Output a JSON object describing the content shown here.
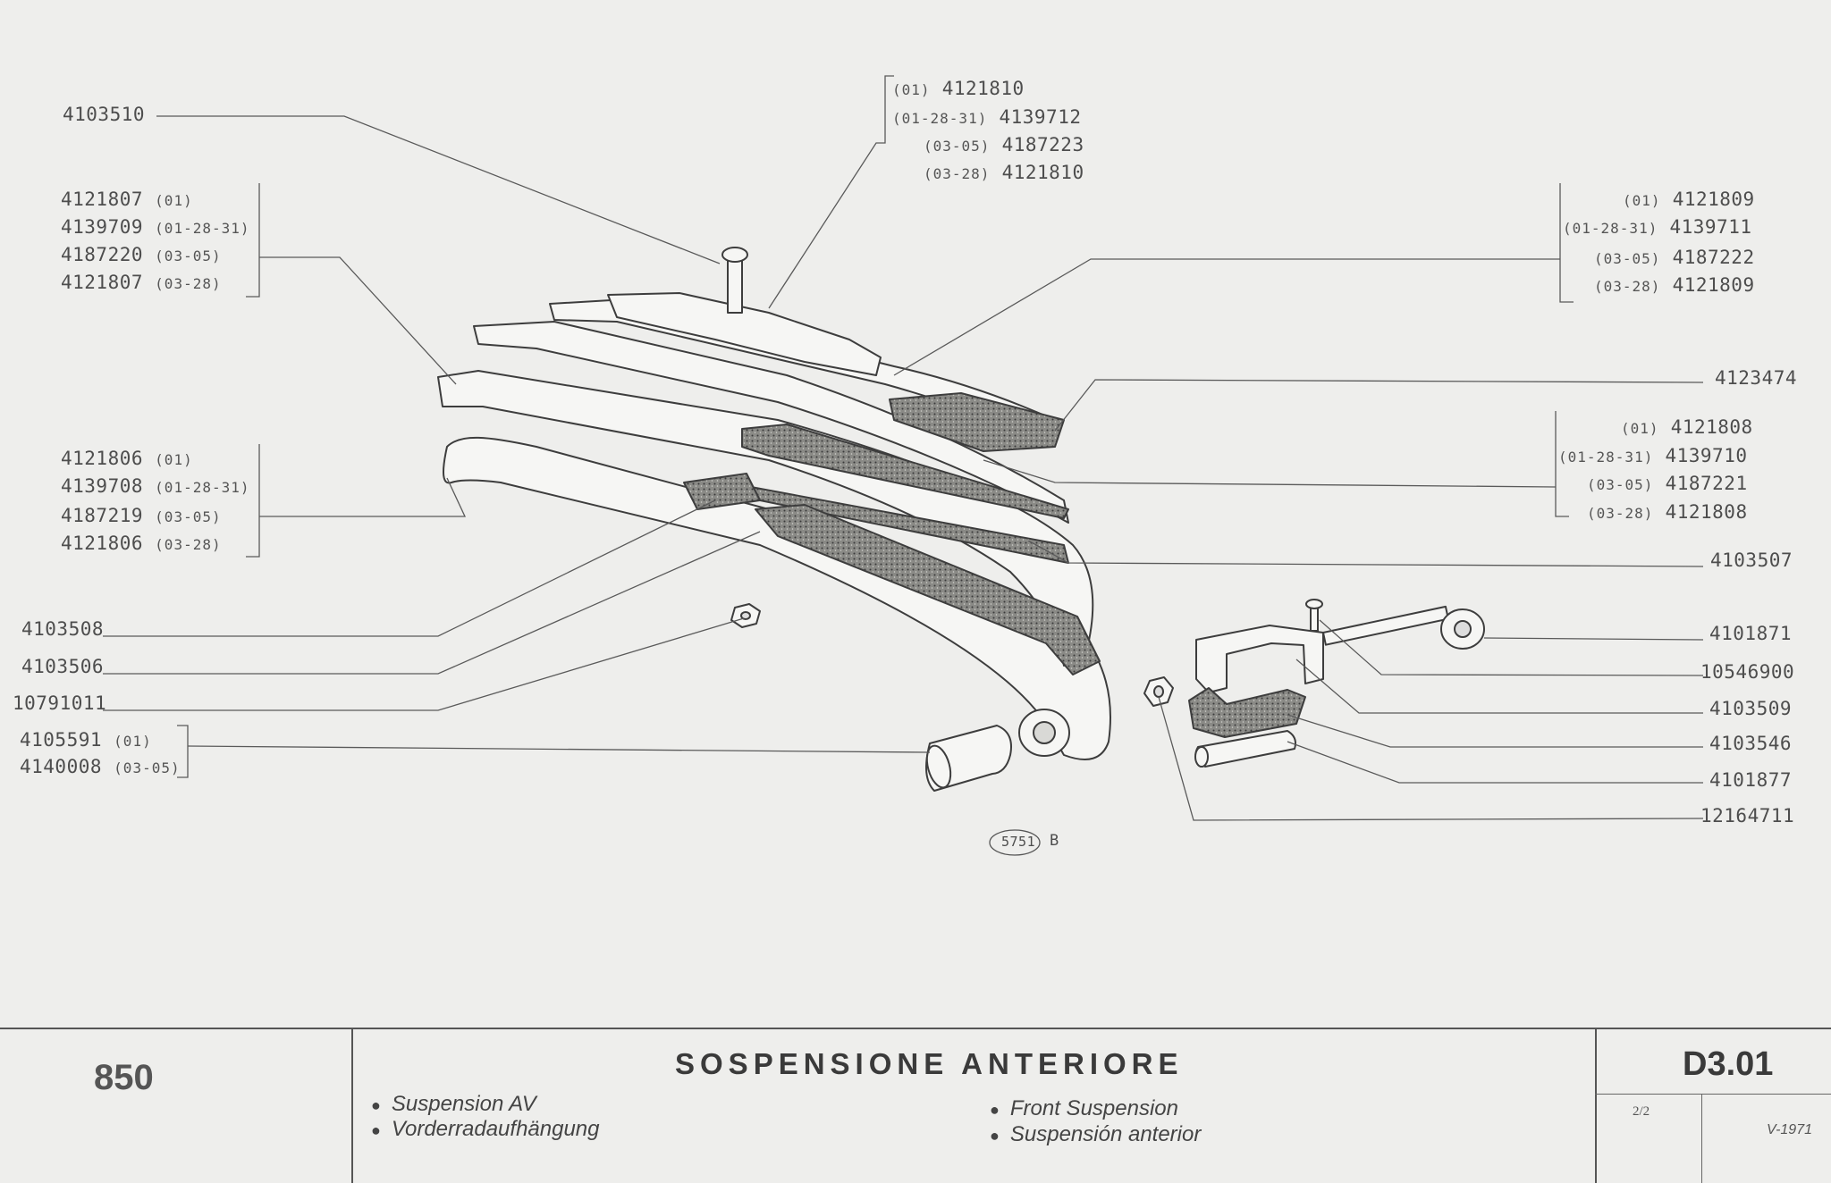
{
  "parts": {
    "bolt": "4103510",
    "top_leaf_a": {
      "code": "(01)",
      "num": "4121810"
    },
    "top_leaf_b": {
      "code": "(01-28-31)",
      "num": "4139712"
    },
    "top_leaf_c": {
      "code": "(03-05)",
      "num": "4187223"
    },
    "top_leaf_d": {
      "code": "(03-28)",
      "num": "4121810"
    },
    "second_leaf_a": {
      "num": "4121807",
      "code": "(01)"
    },
    "second_leaf_b": {
      "num": "4139709",
      "code": "(01-28-31)"
    },
    "second_leaf_c": {
      "num": "4187220",
      "code": "(03-05)"
    },
    "second_leaf_d": {
      "num": "4121807",
      "code": "(03-28)"
    },
    "right_leaf_a": {
      "code": "(01)",
      "num": "4121809"
    },
    "right_leaf_b": {
      "code": "(01-28-31)",
      "num": "4139711"
    },
    "right_leaf_c": {
      "code": "(03-05)",
      "num": "4187222"
    },
    "right_leaf_d": {
      "code": "(03-28)",
      "num": "4121809"
    },
    "pad_top": "4123474",
    "mid_leaf_a": {
      "code": "(01)",
      "num": "4121808"
    },
    "mid_leaf_b": {
      "code": "(01-28-31)",
      "num": "4139710"
    },
    "mid_leaf_c": {
      "code": "(03-05)",
      "num": "4187221"
    },
    "mid_leaf_d": {
      "code": "(03-28)",
      "num": "4121808"
    },
    "pad_lower": "4103507",
    "main_leaf_a": {
      "num": "4121806",
      "code": "(01)"
    },
    "main_leaf_b": {
      "num": "4139708",
      "code": "(01-28-31)"
    },
    "main_leaf_c": {
      "num": "4187219",
      "code": "(03-05)"
    },
    "main_leaf_d": {
      "num": "4121806",
      "code": "(03-28)"
    },
    "pad_small": "4103508",
    "pad_long": "4103506",
    "nut": "10791011",
    "bushing_a": {
      "num": "4105591",
      "code": "(01)"
    },
    "bushing_b": {
      "num": "4140008",
      "code": "(03-05)"
    },
    "eye_bolt": "4101871",
    "screw": "10546900",
    "bracket": "4103509",
    "rubber": "4103546",
    "pin": "4101877",
    "nut_right": "12164711"
  },
  "drawing_ref": {
    "number": "5751",
    "suffix": "B"
  },
  "footer": {
    "model": "850",
    "title": "SOSPENSIONE ANTERIORE",
    "lang_fr": "Suspension AV",
    "lang_de": "Vorderradaufhängung",
    "lang_en": "Front Suspension",
    "lang_es": "Suspensión anterior",
    "code": "D3.01",
    "page": "2/2",
    "date": "V-1971"
  },
  "colors": {
    "ink": "#4a4a4a",
    "paper": "#eeeeec",
    "fill": "#f4f4f2"
  }
}
